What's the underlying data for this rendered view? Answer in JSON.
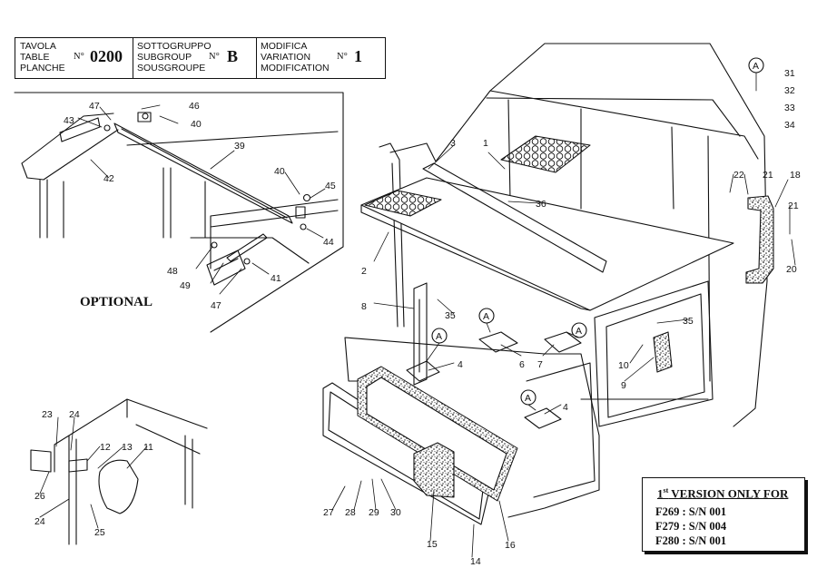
{
  "header": {
    "cell1": {
      "lines": [
        "TAVOLA",
        "TABLE",
        "PLANCHE"
      ],
      "no_label": "N°",
      "value": "0200"
    },
    "cell2": {
      "lines": [
        "SOTTOGRUPPO",
        "SUBGROUP",
        "SOUSGROUPE"
      ],
      "no_label": "N°",
      "value": "B"
    },
    "cell3": {
      "lines": [
        "MODIFICA",
        "VARIATION",
        "MODIFICATION"
      ],
      "no_label": "N°",
      "value": "1"
    }
  },
  "optional_label": "OPTIONAL",
  "version_box": {
    "title_prefix": "1",
    "title_sup": "st",
    "title_rest": " VERSION ONLY FOR",
    "lines": [
      "F269 : S/N 001",
      "F279 : S/N 004",
      "F280 : S/N 001"
    ]
  },
  "callout_marker": "A",
  "part_numbers": [
    "1",
    "2",
    "3",
    "4",
    "4",
    "6",
    "7",
    "8",
    "9",
    "10",
    "11",
    "12",
    "13",
    "14",
    "15",
    "16",
    "18",
    "20",
    "21",
    "21",
    "22",
    "23",
    "24",
    "24",
    "25",
    "26",
    "27",
    "28",
    "29",
    "30",
    "31",
    "32",
    "33",
    "34",
    "35",
    "35",
    "36",
    "39",
    "40",
    "40",
    "41",
    "42",
    "43",
    "44",
    "45",
    "46",
    "47",
    "47",
    "48",
    "49"
  ]
}
